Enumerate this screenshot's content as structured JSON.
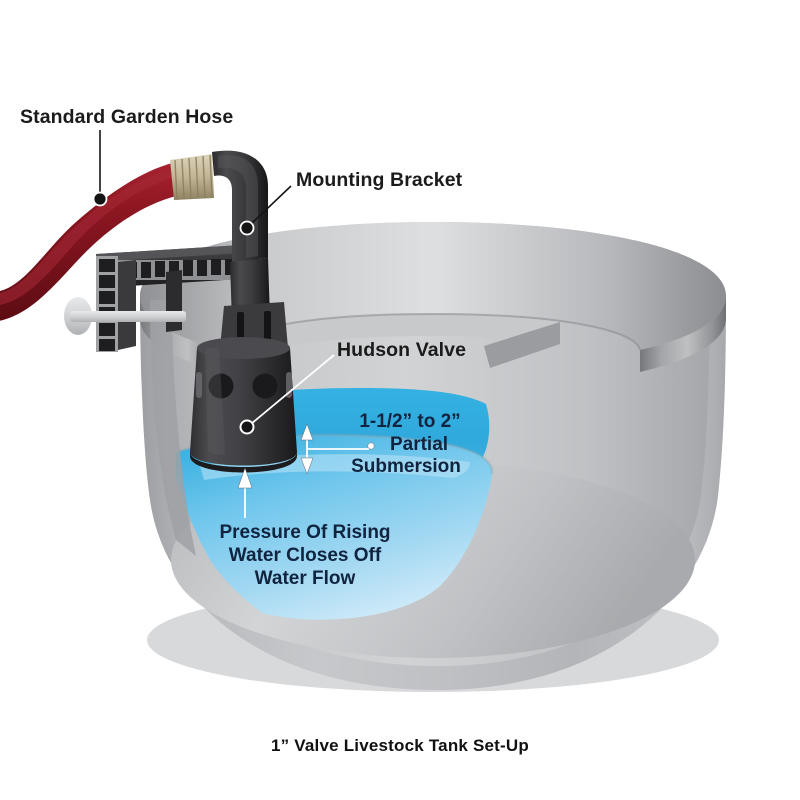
{
  "diagram": {
    "title": "1” Valve Livestock Tank Set-Up",
    "background_color": "#ffffff",
    "labels": {
      "garden_hose": "Standard Garden Hose",
      "mounting_bracket": "Mounting Bracket",
      "hudson_valve": "Hudson Valve",
      "submersion_line1": "1-1/2” to 2”",
      "submersion_line2": "Partial",
      "submersion_line3": "Submersion",
      "pressure_line1": "Pressure Of Rising",
      "pressure_line2": "Water Closes Off",
      "pressure_line3": "Water Flow"
    },
    "colors": {
      "hose_red": "#8B1520",
      "hose_red_dark": "#5E0C14",
      "thread_brass": "#C9BC9A",
      "valve_body_dark": "#3A3A3C",
      "valve_body_darker": "#232325",
      "bracket_dark": "#2E2E30",
      "tank_gray_light": "#D7D8DA",
      "tank_gray_mid": "#B4B6B9",
      "tank_gray_dark": "#949699",
      "water_cyan": "#32AEE0",
      "water_pale": "#9FD6F2",
      "label_text": "#1b1b1b",
      "water_text": "#10243f"
    },
    "parts": [
      {
        "name": "standard-garden-hose",
        "note": "dark red flexible hose entering from left"
      },
      {
        "name": "threaded-coupling",
        "note": "brass threaded hose-to-elbow fitting"
      },
      {
        "name": "elbow-fitting",
        "note": "dark 90 degree elbow and downpipe"
      },
      {
        "name": "mounting-bracket",
        "note": "toothed adjustable L bracket clamped on tank wall"
      },
      {
        "name": "adjustment-screw",
        "note": "light gray thumb screw through toothed rack"
      },
      {
        "name": "hudson-valve",
        "note": "dark charcoal cylindrical valve with two holes"
      },
      {
        "name": "livestock-tank",
        "note": "gray round tank shown in cutaway"
      },
      {
        "name": "water-pool",
        "note": "blue water filling the bottom of the tank"
      }
    ],
    "measurements": {
      "submersion_depth": "1-1/2” to 2”",
      "valve_size": "1”"
    }
  }
}
